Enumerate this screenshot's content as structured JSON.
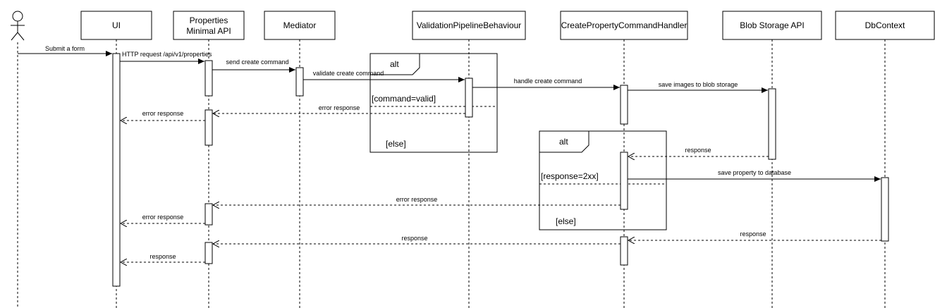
{
  "participants": [
    {
      "id": "actor",
      "label": "",
      "type": "actor"
    },
    {
      "id": "ui",
      "label": "UI"
    },
    {
      "id": "api",
      "label": "Properties",
      "label2": "Minimal API"
    },
    {
      "id": "mediator",
      "label": "Mediator"
    },
    {
      "id": "validation",
      "label": "ValidationPipelineBehaviour"
    },
    {
      "id": "handler",
      "label": "CreatePropertyCommandHandler"
    },
    {
      "id": "blob",
      "label": "Blob Storage API"
    },
    {
      "id": "db",
      "label": "DbContext"
    }
  ],
  "messages": [
    {
      "label": "Submit a form",
      "from": "actor",
      "to": "ui",
      "style": "solid"
    },
    {
      "label": "HTTP request /api/v1/properties",
      "from": "ui",
      "to": "api",
      "style": "solid"
    },
    {
      "label": "send create command",
      "from": "api",
      "to": "mediator",
      "style": "solid"
    },
    {
      "label": "validate create command",
      "from": "mediator",
      "to": "validation",
      "style": "solid"
    },
    {
      "label": "handle create command",
      "from": "validation",
      "to": "handler",
      "style": "solid"
    },
    {
      "label": "save images to blob storage",
      "from": "handler",
      "to": "blob",
      "style": "solid"
    },
    {
      "label": "error response",
      "from": "validation",
      "to": "api",
      "style": "dashed"
    },
    {
      "label": "error response",
      "from": "api",
      "to": "ui",
      "style": "dashed"
    },
    {
      "label": "response",
      "from": "blob",
      "to": "handler",
      "style": "dashed"
    },
    {
      "label": "save property to database",
      "from": "handler",
      "to": "db",
      "style": "solid"
    },
    {
      "label": "error response",
      "from": "handler",
      "to": "api",
      "style": "dashed"
    },
    {
      "label": "error response",
      "from": "api",
      "to": "ui",
      "style": "dashed"
    },
    {
      "label": "response",
      "from": "db",
      "to": "handler",
      "style": "dashed"
    },
    {
      "label": "response",
      "from": "handler",
      "to": "api",
      "style": "dashed"
    },
    {
      "label": "response",
      "from": "api",
      "to": "ui",
      "style": "dashed"
    }
  ],
  "fragments": [
    {
      "operator": "alt",
      "guard": "[command=valid]",
      "else": "[else]"
    },
    {
      "operator": "alt",
      "guard": "[response=2xx]",
      "else": "[else]"
    }
  ]
}
